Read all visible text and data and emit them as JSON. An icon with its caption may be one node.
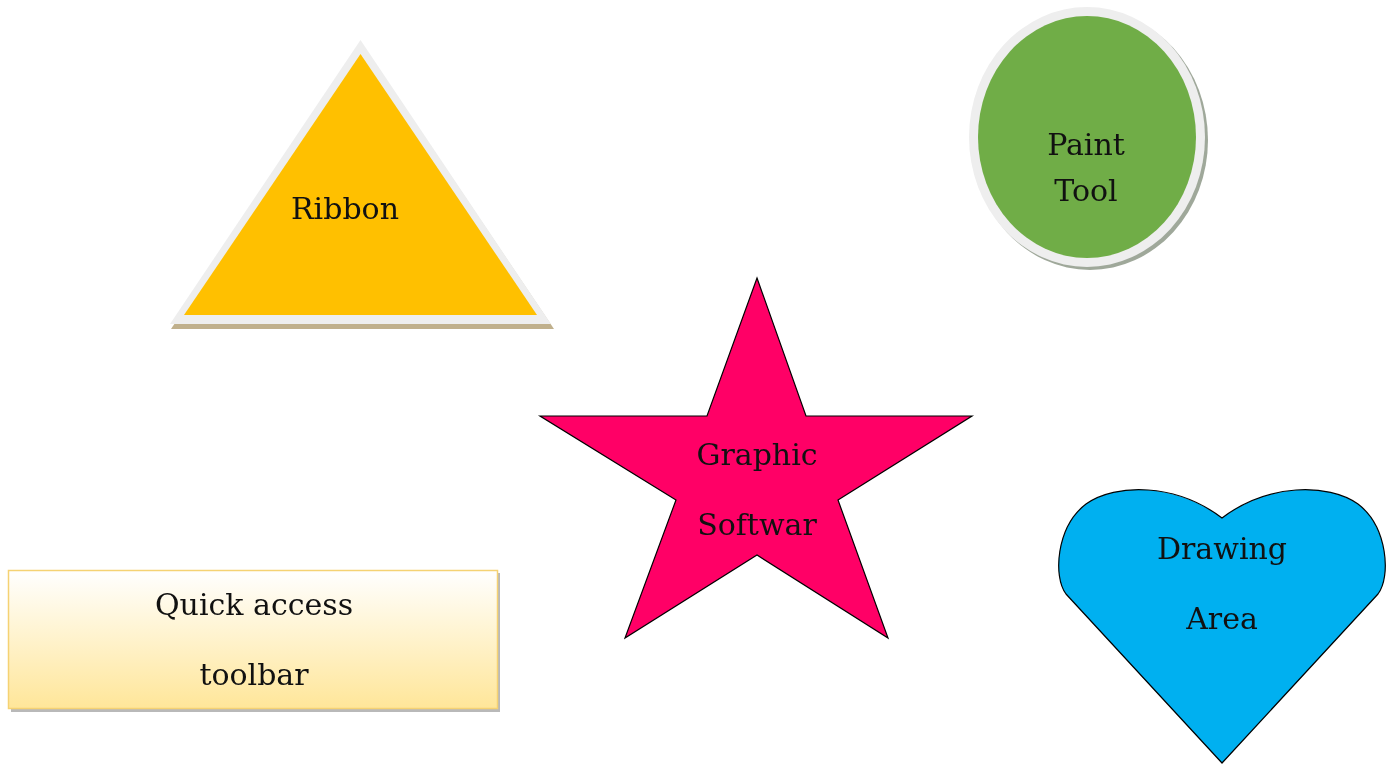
{
  "diagram": {
    "nodes": [
      {
        "text": [
          "Ribbon"
        ]
      },
      {
        "text": [
          "Paint Tool"
        ]
      },
      {
        "text": [
          "Graphic Softwar"
        ]
      },
      {
        "text": [
          "Quick access toolbar"
        ]
      },
      {
        "text": [
          "Drawing Area"
        ]
      }
    ]
  }
}
